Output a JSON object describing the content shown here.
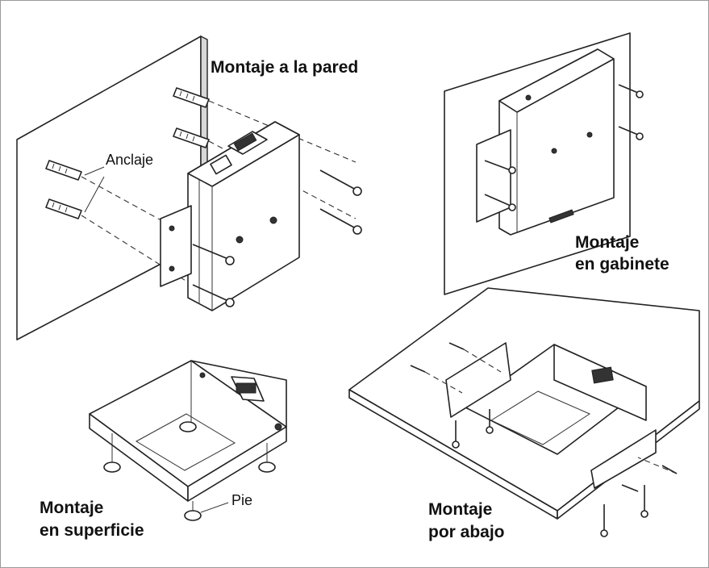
{
  "labels": {
    "wall_mount": "Montaje a la pared",
    "anchor": "Anclaje",
    "cabinet_line1": "Montaje",
    "cabinet_line2": "en gabinete",
    "surface_line1": "Montaje",
    "surface_line2": "en superficie",
    "foot": "Pie",
    "under_line1": "Montaje",
    "under_line2": "por abajo"
  },
  "colors": {
    "line": "#222222",
    "background": "#ffffff",
    "frame": "#9a9a9a"
  }
}
